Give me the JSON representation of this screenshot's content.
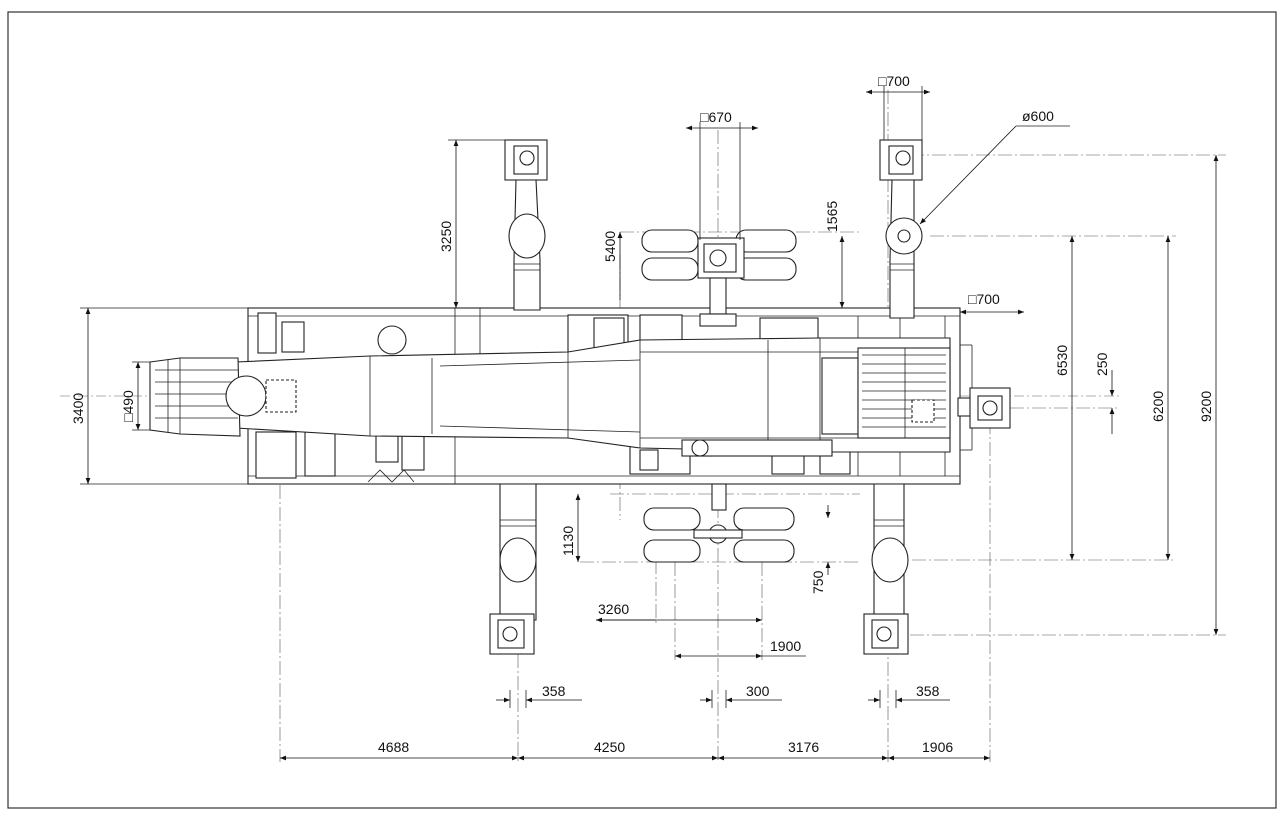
{
  "dimensions": {
    "sq_700_top": "□700",
    "sq_670": "□670",
    "dia_600": "ø600",
    "d3250": "3250",
    "d1565": "1565",
    "d5400": "5400",
    "sq_700_right": "□700",
    "d6530": "6530",
    "d250": "250",
    "d6200": "6200",
    "d9200": "9200",
    "d3400": "3400",
    "sq_490": "□490",
    "d1130": "1130",
    "d750": "750",
    "d3260": "3260",
    "d1900": "1900",
    "d358_left": "358",
    "d300": "300",
    "d358_right": "358",
    "d4688": "4688",
    "d4250": "4250",
    "d3176": "3176",
    "d1906": "1906"
  }
}
